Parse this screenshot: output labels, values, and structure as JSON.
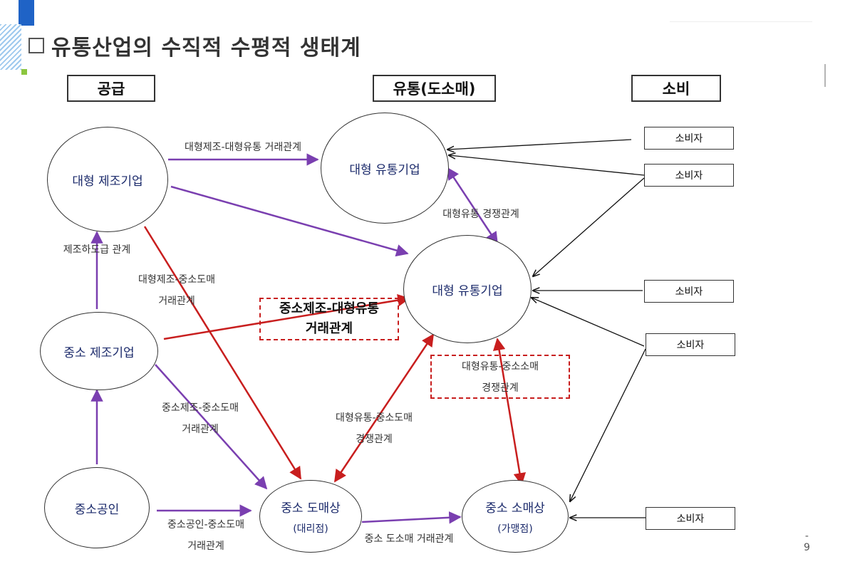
{
  "title": "유통산업의 수직적 수평적 생태계",
  "headers": {
    "supply": "공급",
    "distribution": "유통(도소매)",
    "consumption": "소비"
  },
  "nodes": {
    "large_mfr": "대형 제조기업",
    "large_dist_top": "대형 유통기업",
    "large_dist_mid": "대형 유통기업",
    "sme_mfr": "중소 제조기업",
    "small_artisan": "중소공인",
    "sme_wholesale": {
      "name": "중소 도매상",
      "sub": "(대리점)"
    },
    "sme_retail": {
      "name": "중소 소매상",
      "sub": "(가맹점)"
    }
  },
  "consumers": [
    "소비자",
    "소비자",
    "소비자",
    "소비자",
    "소비자"
  ],
  "labels": {
    "large_mfr_large_dist": "대형제조-대형유통 거래관계",
    "large_dist_competition": "대형유통  경쟁관계",
    "subcontract": "제조하도급 관계",
    "large_mfr_sme_wholesale": [
      "대형제조-중소도매",
      "거래관계"
    ],
    "sme_mfr_large_dist": [
      "중소제조-대형유통",
      "거래관계"
    ],
    "large_dist_sme_retail": [
      "대형유통-중소소매",
      "경쟁관계"
    ],
    "sme_mfr_sme_wholesale": [
      "중소제조-중소도매",
      "거래관계"
    ],
    "large_dist_sme_wholesale": [
      "대형유통-중소도매",
      "경쟁관계"
    ],
    "artisan_wholesale": [
      "중소공인-중소도매",
      "거래관계"
    ],
    "wholesale_retail": "중소 도소매 거래관계"
  },
  "page_number": {
    "dash": "-",
    "num": "9"
  },
  "colors": {
    "purple": "#7a3fb0",
    "red": "#c81e1e",
    "black": "#111111",
    "node_text": "#1b2a6b"
  }
}
